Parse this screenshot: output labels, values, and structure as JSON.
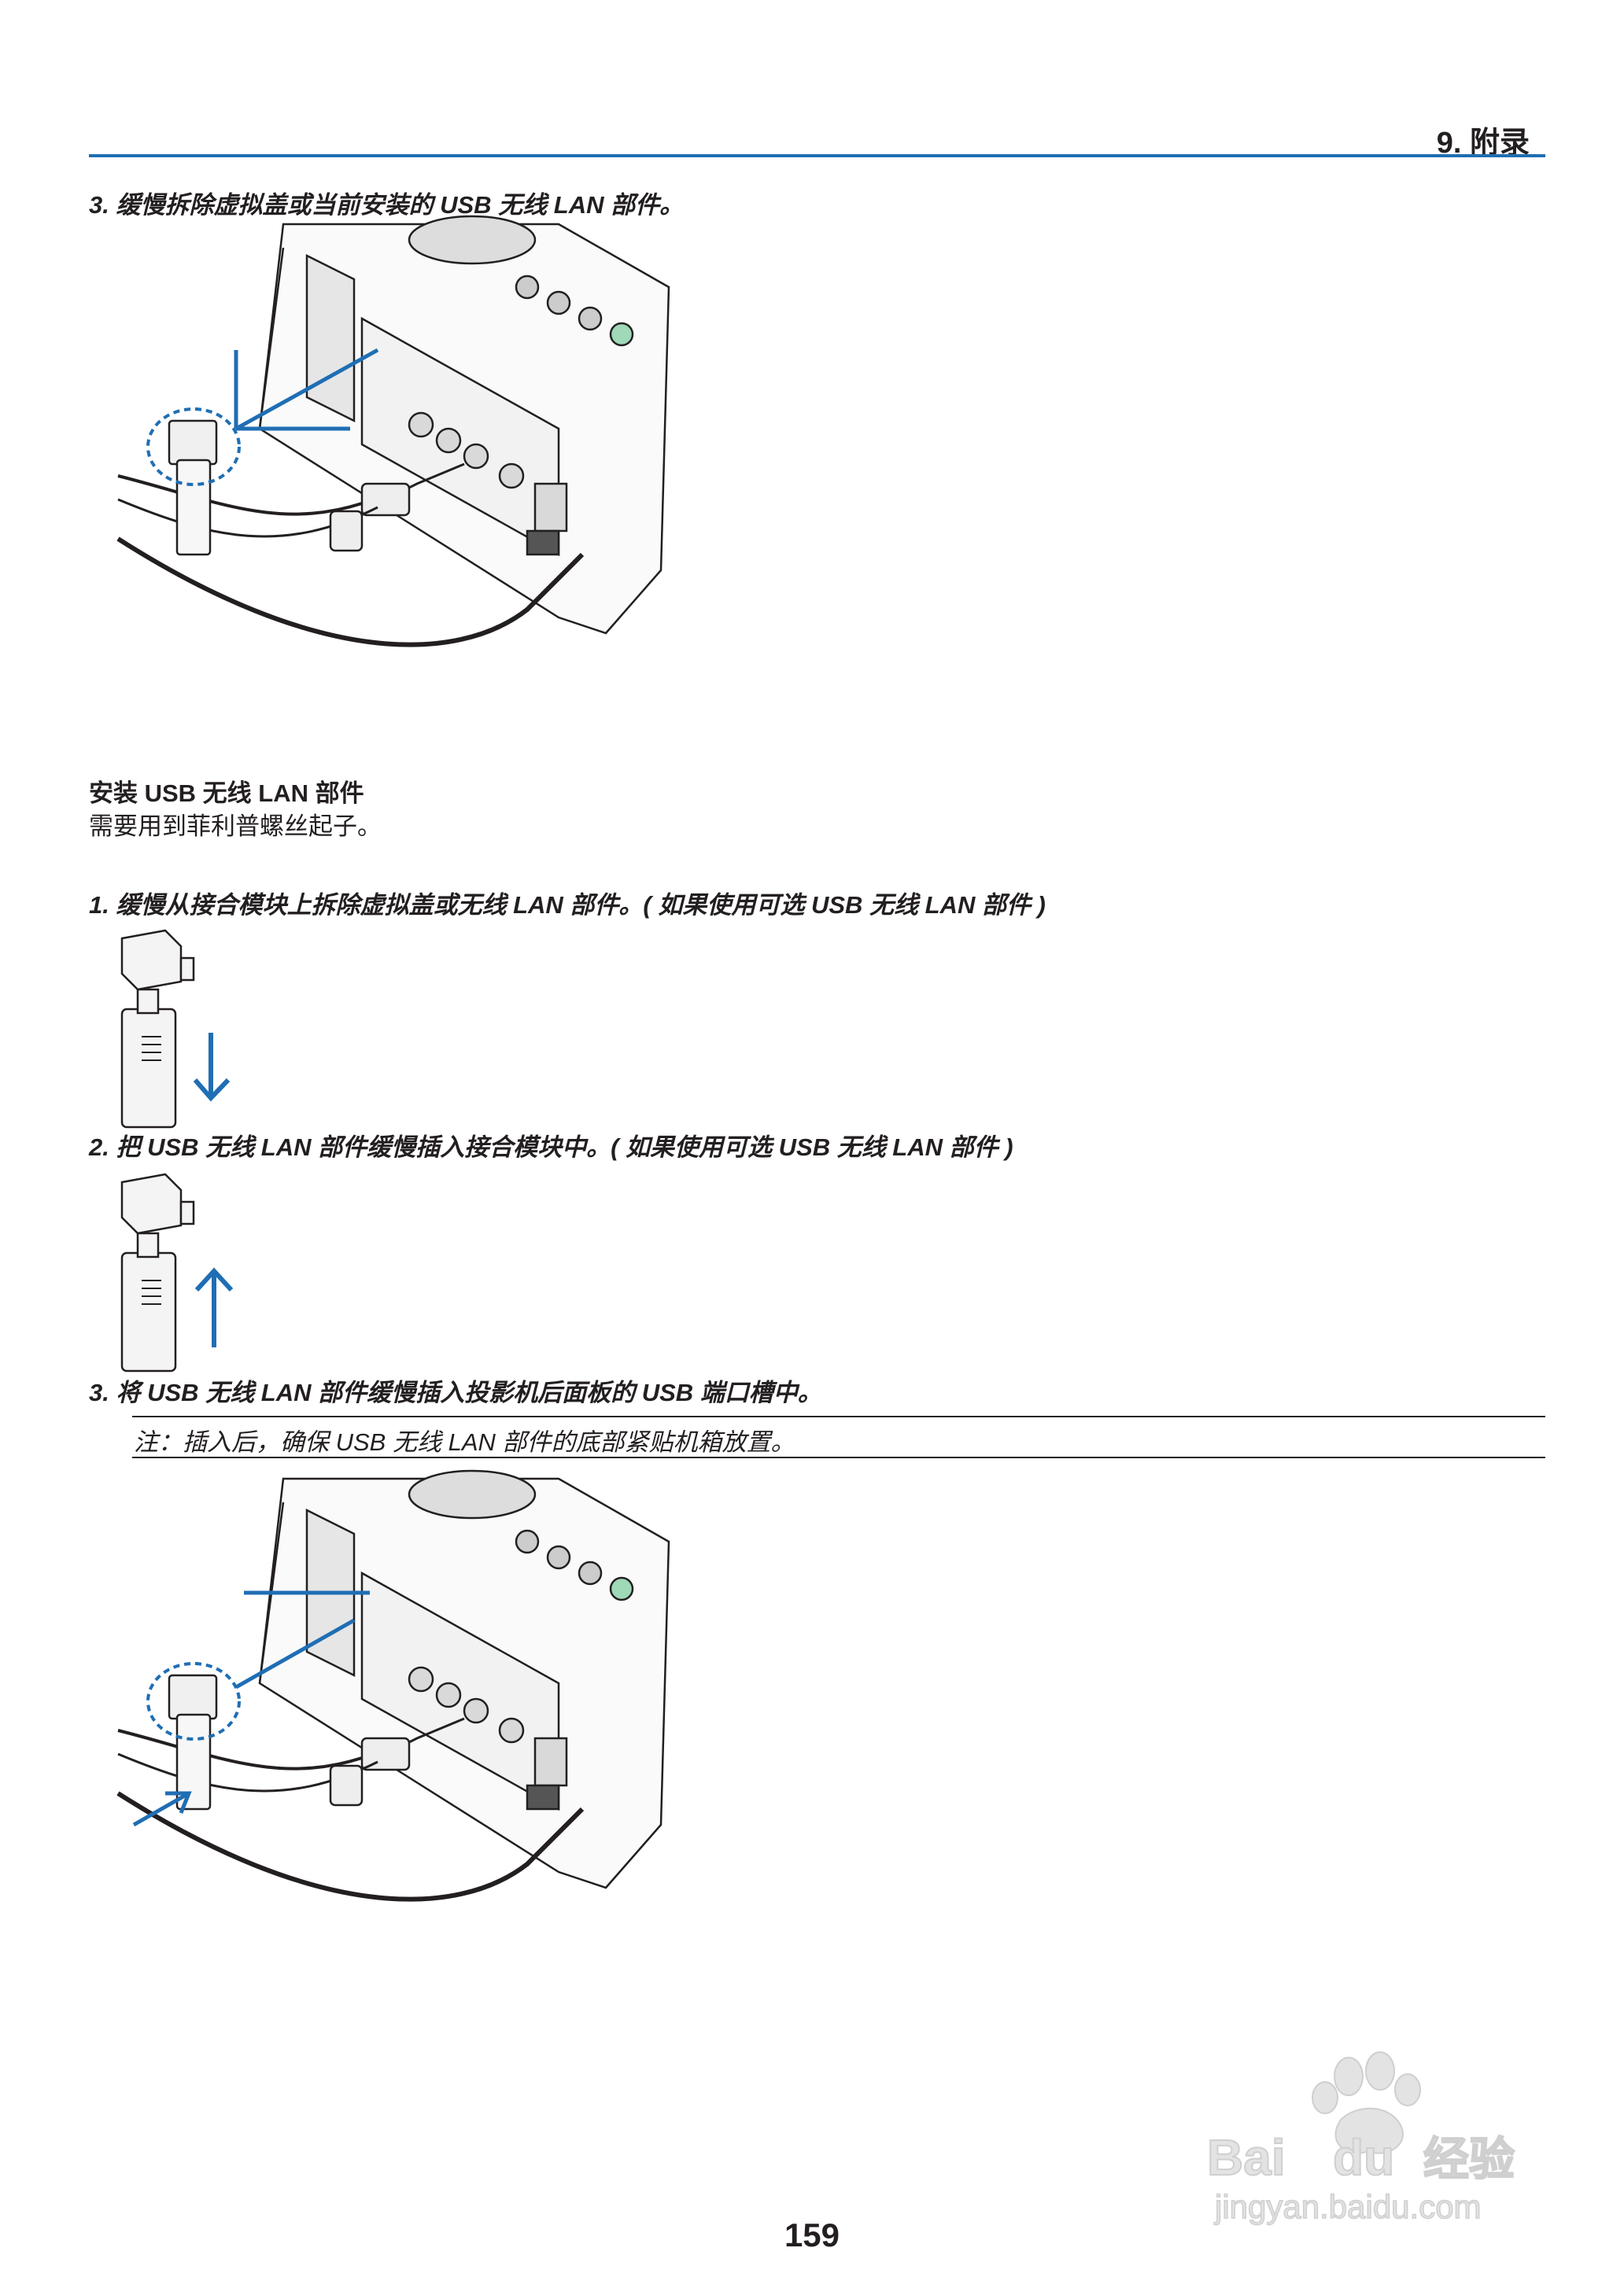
{
  "header": {
    "chapter": "9. 附录"
  },
  "steps_a": {
    "step3": "3. 缓慢拆除虚拟盖或当前安装的 USB 无线 LAN 部件。"
  },
  "install": {
    "title": "安装 USB 无线 LAN 部件",
    "tool_note": "需要用到菲利普螺丝起子。",
    "step1": "1. 缓慢从接合模块上拆除虚拟盖或无线 LAN 部件。( 如果使用可选 USB 无线 LAN 部件 )",
    "step2": "2. 把 USB 无线 LAN 部件缓慢插入接合模块中。( 如果使用可选 USB 无线 LAN 部件 )",
    "step3": "3. 将 USB 无线 LAN 部件缓慢插入投影机后面板的 USB 端口槽中。",
    "note": "注：插入后，确保 USB 无线 LAN 部件的底部紧贴机箱放置。"
  },
  "footer": {
    "page_number": "159"
  },
  "watermark": {
    "brand": "Bai du 经验",
    "url": "jingyan.baidu.com"
  },
  "colors": {
    "accent_blue": "#1f6eb4",
    "text": "#231f20"
  }
}
